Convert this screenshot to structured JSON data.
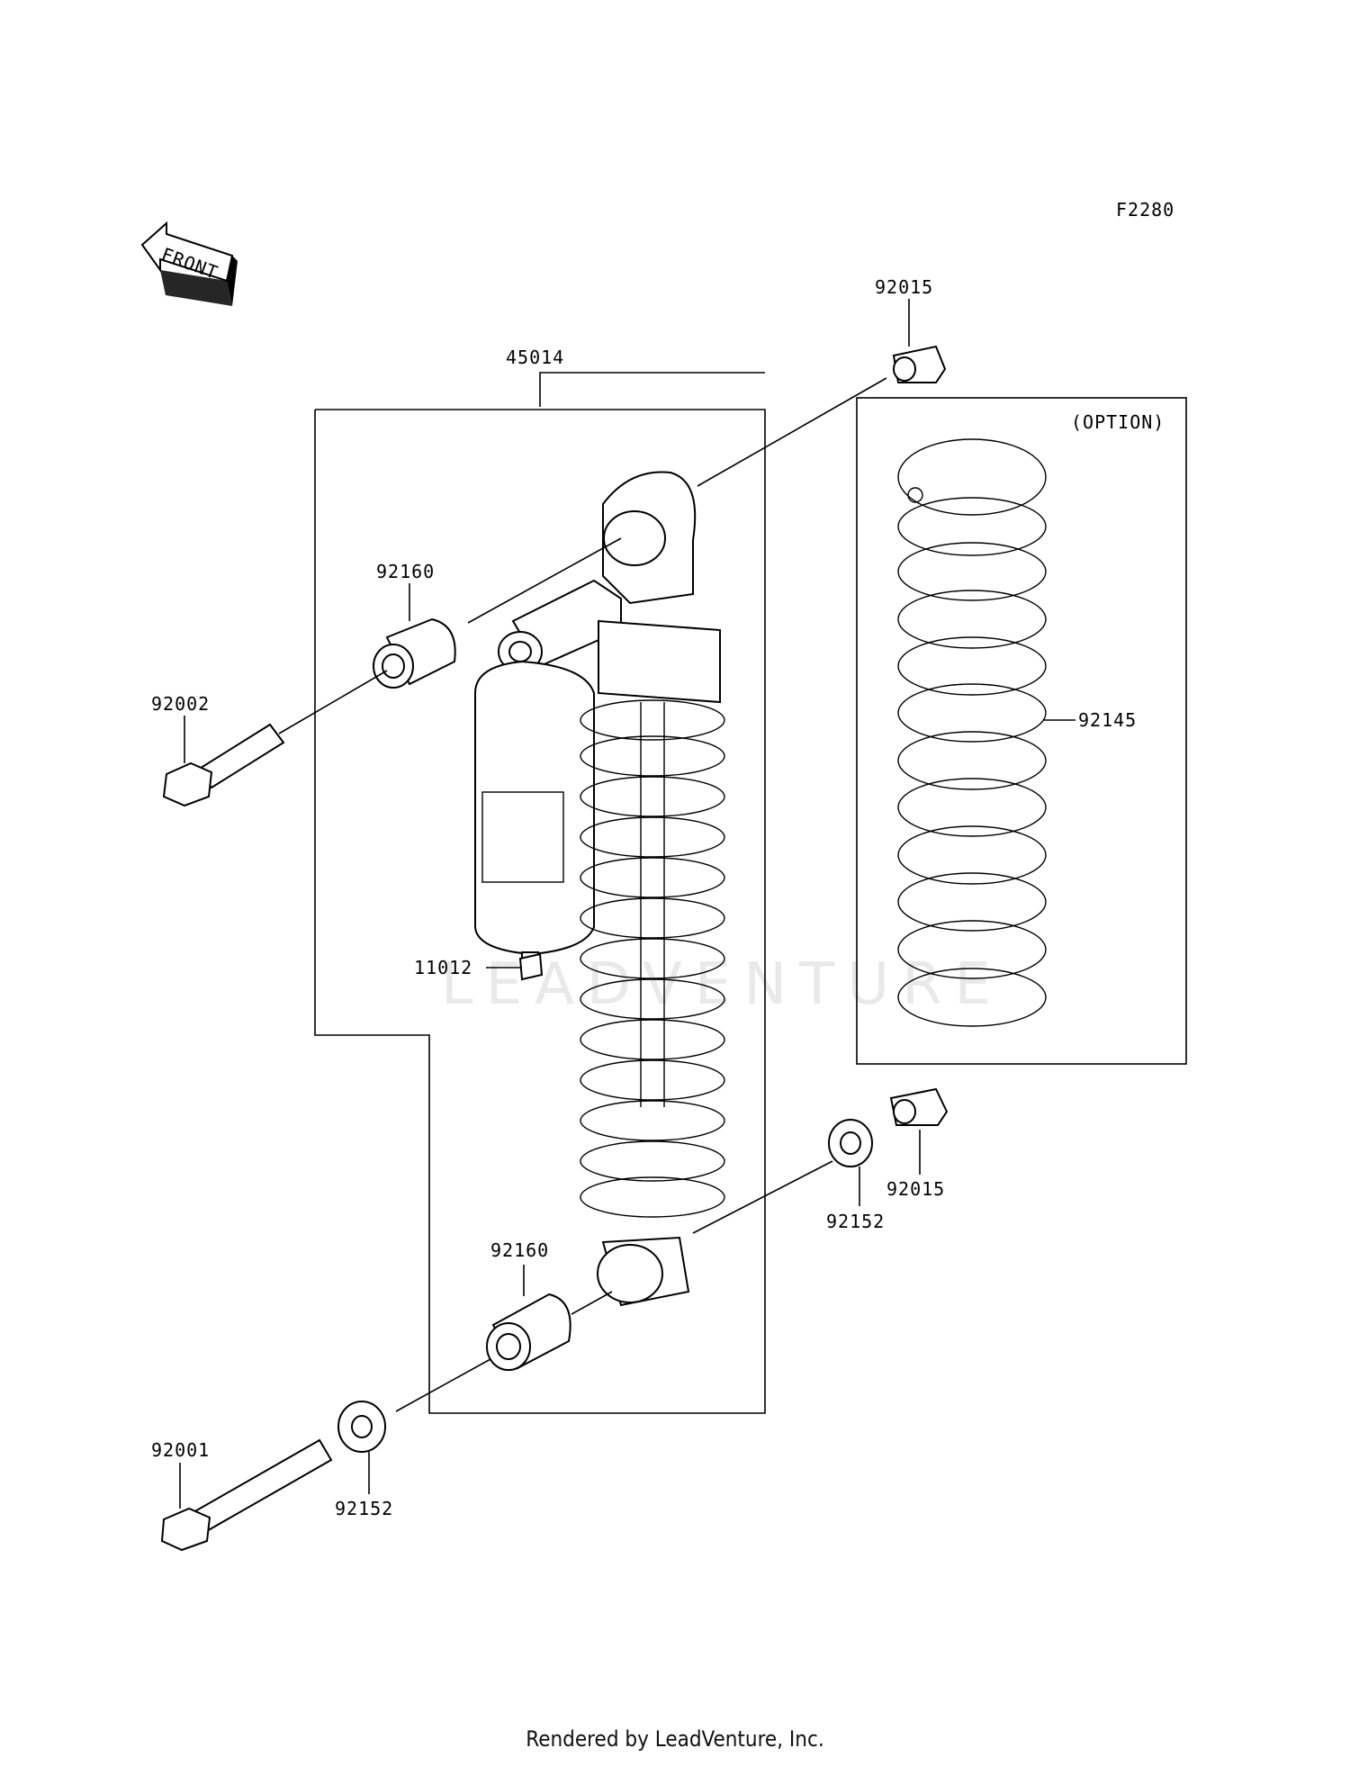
{
  "diagram_code": "F2280",
  "front_label": "FRONT",
  "watermark": "LEADVENTURE",
  "option_label": "(OPTION)",
  "parts": {
    "p45014": "45014",
    "p92015_top": "92015",
    "p92160_top": "92160",
    "p92002": "92002",
    "p11012": "11012",
    "p92145": "92145",
    "p92015_bottom": "92015",
    "p92152_right": "92152",
    "p92160_bottom": "92160",
    "p92001": "92001",
    "p92152_left": "92152"
  },
  "footer": "Rendered by LeadVenture, Inc."
}
